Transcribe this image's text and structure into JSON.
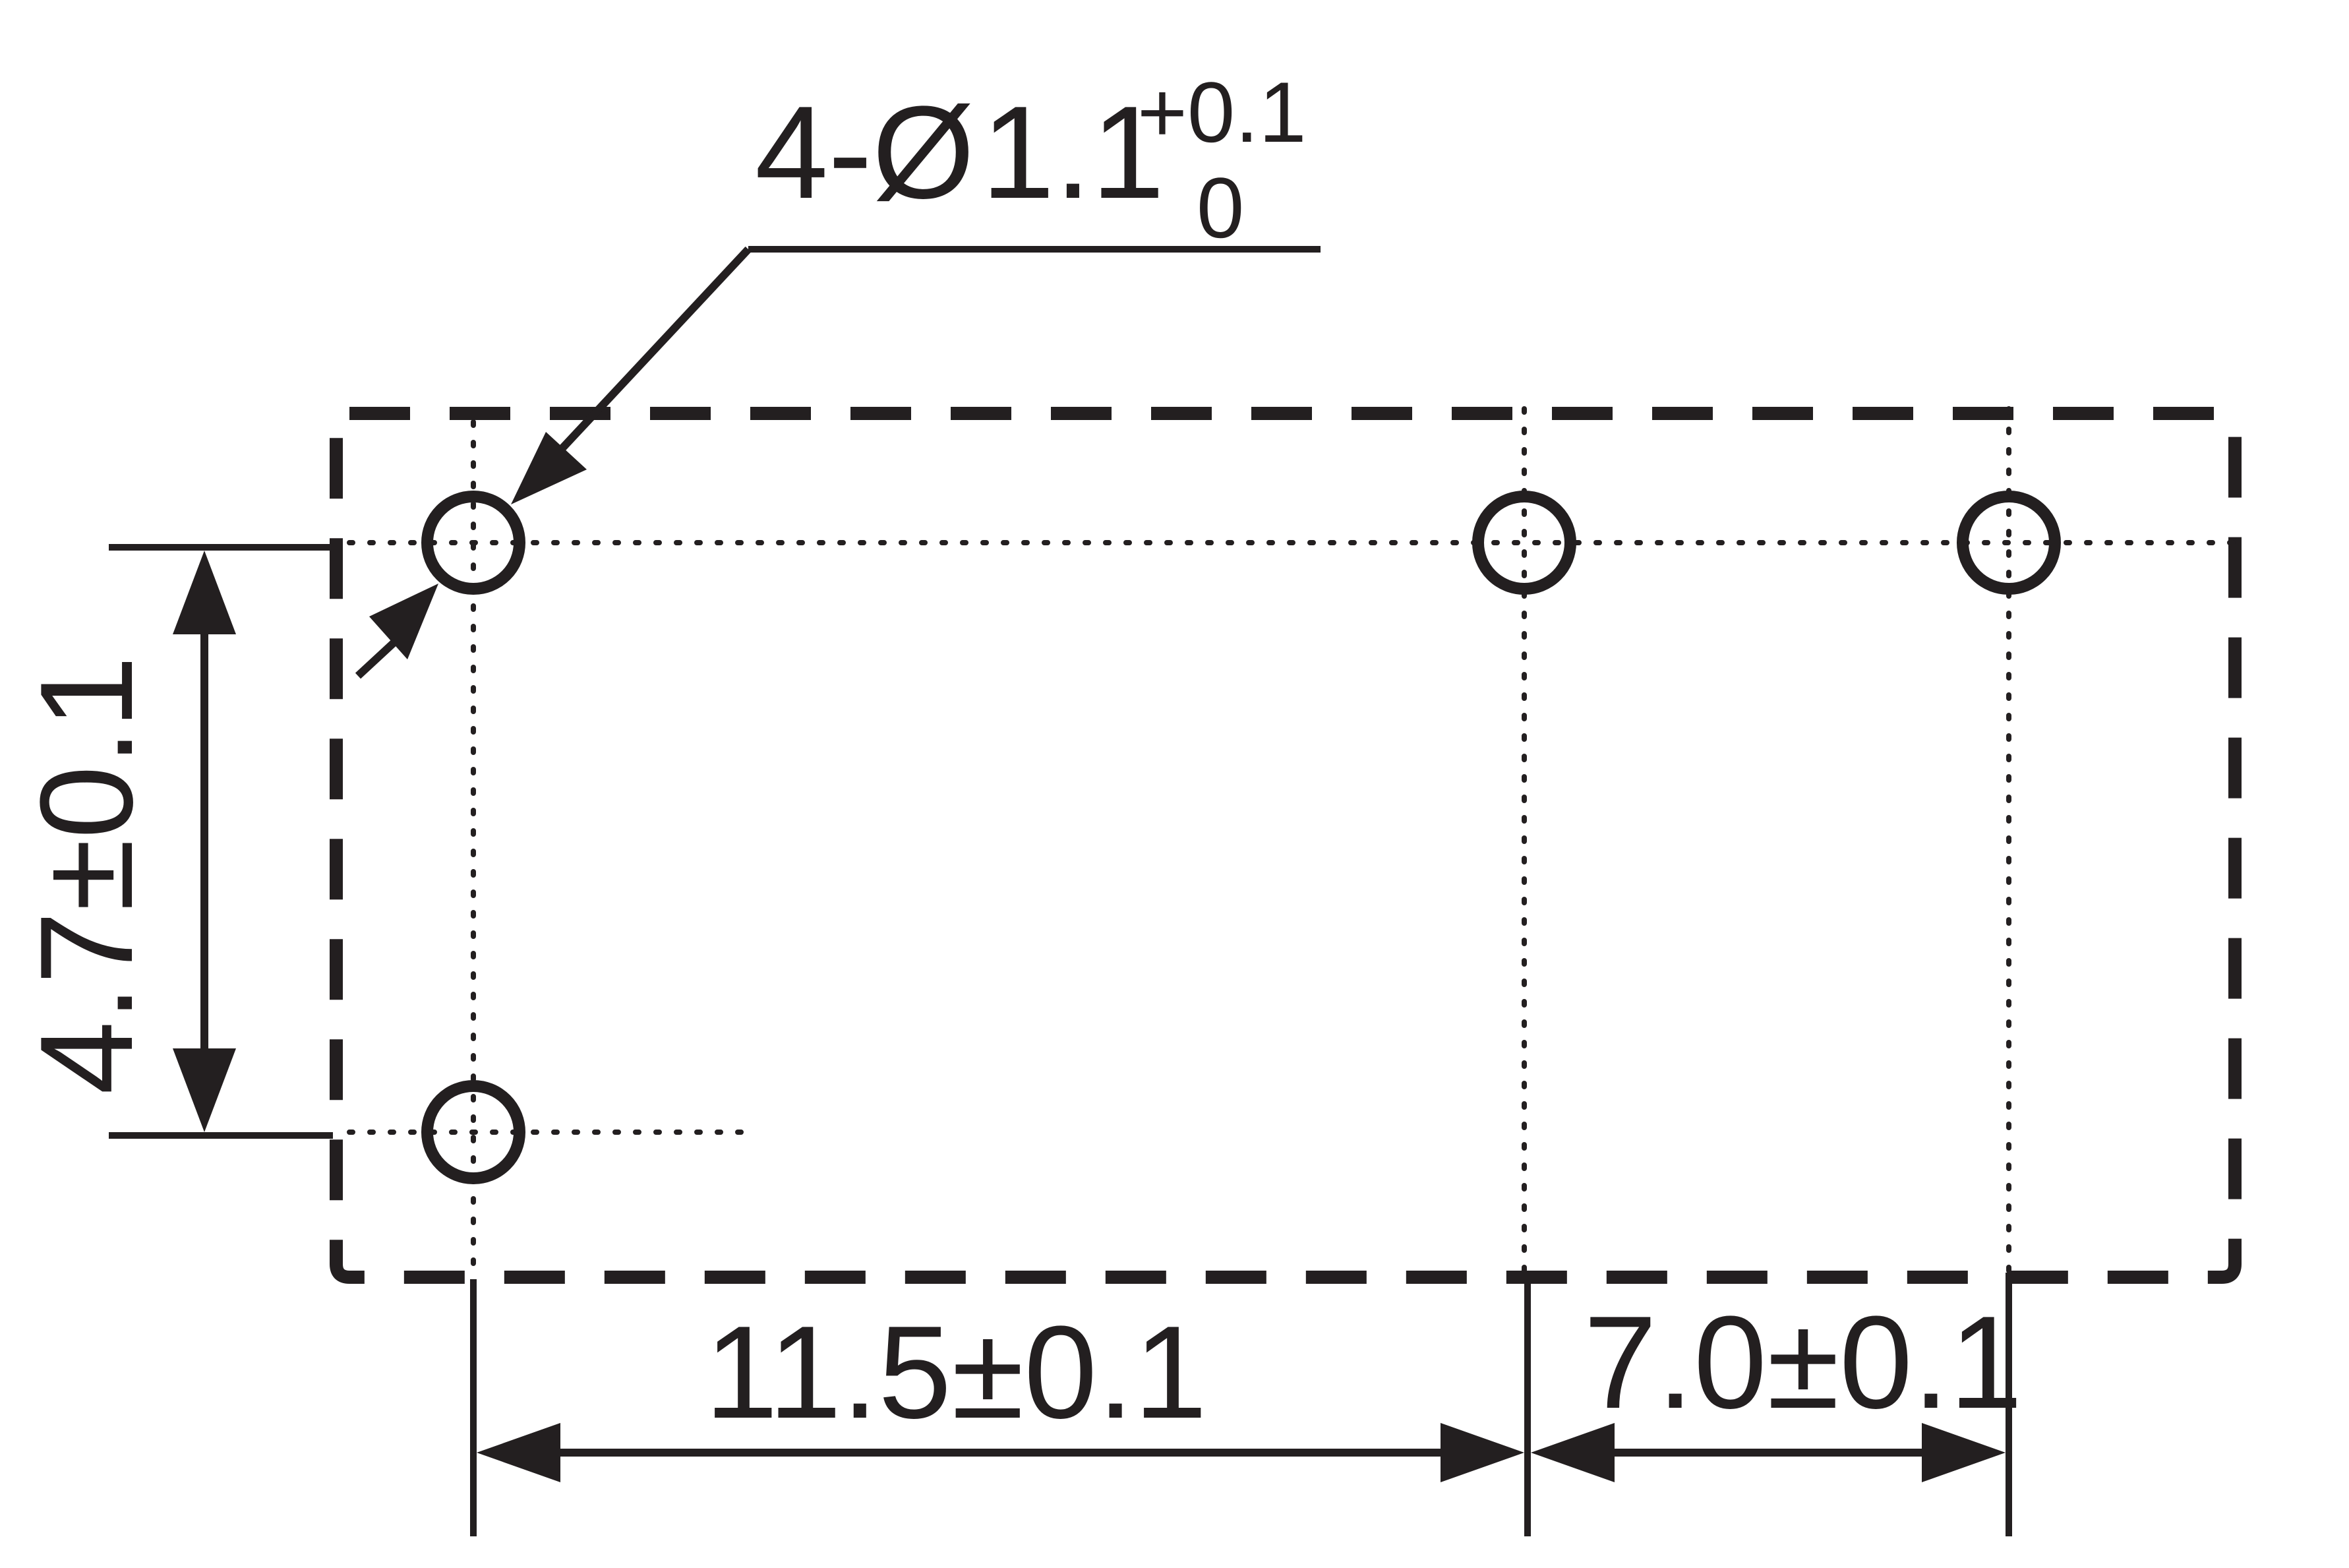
{
  "colors": {
    "ink": "#231f20",
    "background": "#ffffff"
  },
  "hole_callout": {
    "count_prefix": "4-",
    "diameter_symbol": "Ø",
    "nominal": "1.1",
    "upper_tolerance": "+0.1",
    "lower_tolerance": "0"
  },
  "dimensions": {
    "vertical_pitch": "4.7±0.1",
    "horizontal_pitch_1": "11.5±0.1",
    "horizontal_pitch_2": "7.0±0.1"
  },
  "holes": [
    {
      "name": "top-left"
    },
    {
      "name": "top-middle"
    },
    {
      "name": "top-right"
    },
    {
      "name": "bottom-left"
    }
  ]
}
